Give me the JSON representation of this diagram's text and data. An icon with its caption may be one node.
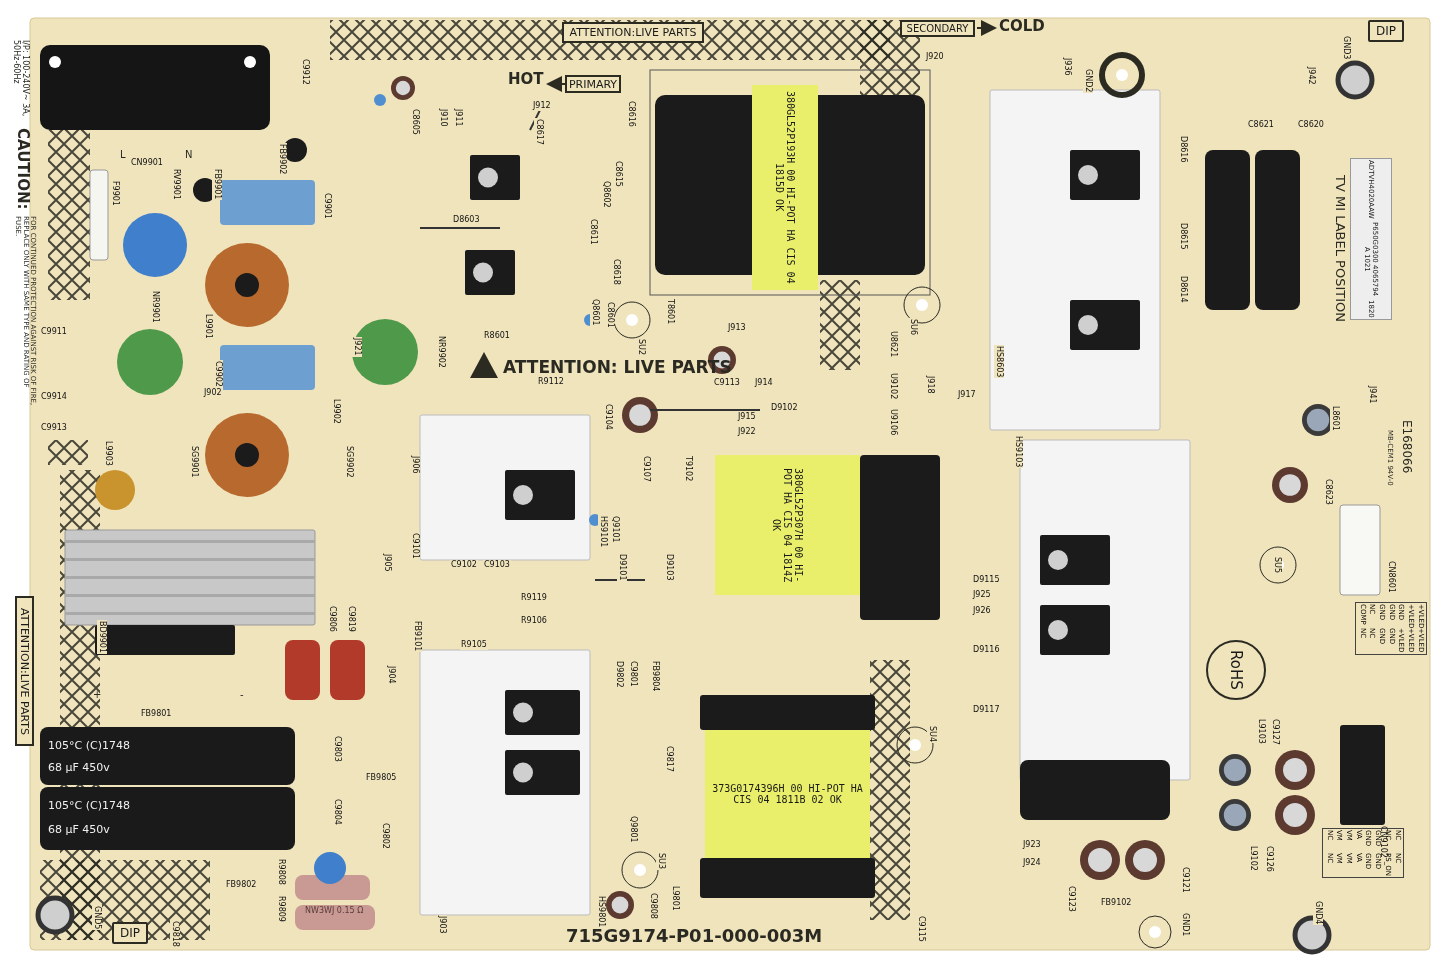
{
  "diagram": {
    "nodes": [
      {
        "text": [
          "ATTENTION:LIVE PARTS"
        ]
      },
      {
        "text": [
          "PRIMARY"
        ]
      },
      {
        "text": [
          "SECONDARY"
        ]
      },
      {
        "text": [
          "ATTENTION:LIVE PARTS"
        ]
      },
      {
        "text": [
          "380GL52P193H 00 HI-POT HA CIS 04 1815D OK"
        ]
      },
      {
        "text": [
          "380GL52P307H 00 HI-POT HA CIS 04 1814Z OK"
        ]
      },
      {
        "text": [
          "373G0174396H 00 HI-POT HA CIS 04 1811B 02 OK"
        ]
      },
      {
        "text": [
          "ADTVH4020AAW",
          "P650G0300 4065794 A 1021",
          "1820"
        ]
      },
      {
        "text": [
          "RoHS"
        ]
      },
      {
        "text": [
          "DIP"
        ]
      },
      {
        "text": [
          "DIP"
        ]
      }
    ],
    "labels": [
      "I/P: 100-240V~ 3A, 50Hz-60Hz",
      "CAUTION:",
      "FOR CONTINUED PROTECTION AGAINST RISK OF FIRE, REPLACE ONLY WITH SAME TYPE AND RATING OF FUSE.",
      "L",
      "N",
      "CN9901",
      "C9912",
      "C8605",
      "J910",
      "J911",
      "FB9902",
      "F9901",
      "RV9901",
      "FB9901",
      "C9901",
      "NR9901",
      "L9901",
      "C9911",
      "J921",
      "NR9902",
      "C9902",
      "C9914",
      "J902",
      "C9913",
      "L9902",
      "L9903",
      "SG9901",
      "SG9902",
      "J906",
      "HOT",
      "COLD",
      "J912",
      "C8616",
      "C8617",
      "C8615",
      "Q8602",
      "D8603",
      "C8611",
      "C8618",
      "Q8601",
      "C8601",
      "R8601",
      "SU2",
      "T8601",
      "J920",
      "J913",
      "SU6",
      "U8621",
      "ATTENTION: LIVE PARTS",
      "R9112",
      "C9113",
      "J914",
      "U9102",
      "J918",
      "J917",
      "C9104",
      "D9102",
      "J915",
      "U9106",
      "J922",
      "C9107",
      "T9102",
      "HS9101",
      "Q9101",
      "J905",
      "C9101",
      "C9102",
      "C9103",
      "D9101",
      "D9103",
      "R9119",
      "R9106",
      "BD9901",
      "C9806",
      "C9819",
      "FB9101",
      "R9105",
      "J904",
      "+",
      "-",
      "FB9801",
      "C9803",
      "FB9805",
      "C9804",
      "C9802",
      "FB9802",
      "R9808",
      "R9809",
      "C9818",
      "GND5",
      "J903",
      "D9802",
      "C9801",
      "FB9804",
      "C9817",
      "Q9801",
      "SU3",
      "HS9801",
      "C9808",
      "L9801",
      "SU4",
      "C9115",
      "FB9102",
      "715G9174-P01-000-003M",
      "J936",
      "GND2",
      "J942",
      "GND3",
      "C8621",
      "C8620",
      "D8616",
      "D8615",
      "D8614",
      "TV MI LABEL POSITION",
      "HS8603",
      "J941",
      "L8601",
      "MB-CEM1 94V-0",
      "E168066",
      "HS9103",
      "C8623",
      "CN8601",
      "SU5",
      "D9115",
      "J925",
      "J926",
      "D9116",
      "D9117",
      "L9103",
      "C9127",
      "J923",
      "J924",
      "C9123",
      "C9121",
      "GND1",
      "L9102",
      "C9126",
      "CN9102",
      "GND4",
      "+VLED",
      "+VLED",
      "+VLED",
      "+VLED",
      "GND",
      "+VLED",
      "GND",
      "GND",
      "GND",
      "GND",
      "NC",
      "NC",
      "COMP",
      "NC",
      "NC",
      "NC",
      "NC",
      "PS_ON",
      "GND",
      "GND",
      "GND",
      "GND",
      "VA",
      "VA",
      "VM",
      "VM",
      "VM",
      "VM",
      "NC",
      "NC",
      "105°C (C)1748",
      "68 µF 450v",
      "105°C (C)1748",
      "68 µF 450v",
      "NW3WJ 0.15 Ω"
    ]
  }
}
